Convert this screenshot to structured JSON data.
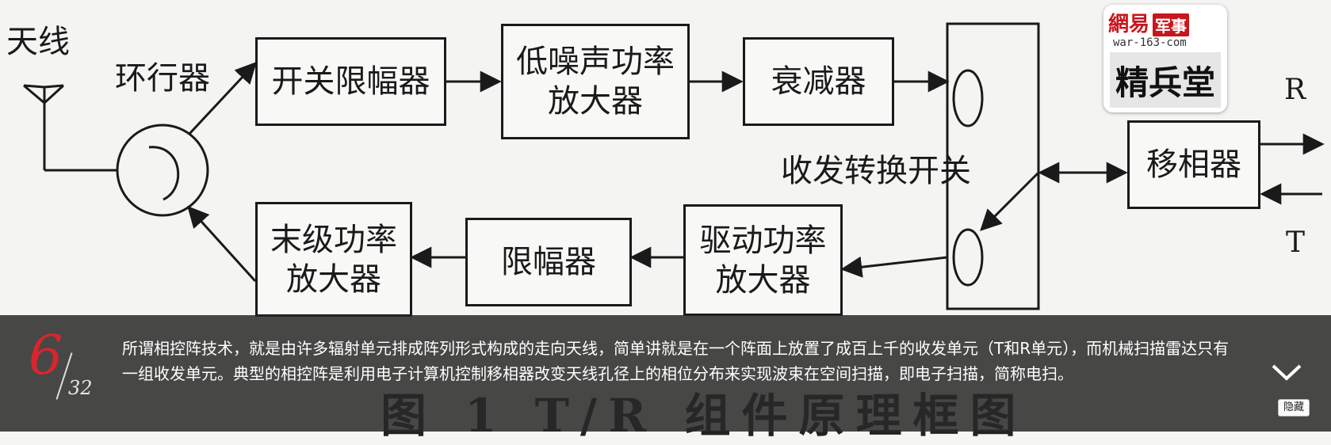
{
  "diagram": {
    "antenna_label": "天线",
    "circulator_label": "环行器",
    "tr_switch_label": "收发转换开关",
    "r_label": "R",
    "t_label": "T",
    "blocks": {
      "switch_limiter": "开关限幅器",
      "lna": "低噪声功率\n放大器",
      "attenuator": "衰减器",
      "phase_shifter": "移相器",
      "final_pa": "末级功率\n放大器",
      "limiter": "限幅器",
      "driver_pa": "驱动功率\n放大器"
    },
    "caption": "图 1  T/R 组件原理框图"
  },
  "watermark": {
    "site": "網易",
    "tag": "军事",
    "url": "war-163-com",
    "brand": "精兵堂"
  },
  "gallery": {
    "current": "6",
    "total": "32",
    "description": "所谓相控阵技术，就是由许多辐射单元排成阵列形式构成的走向天线，简单讲就是在一个阵面上放置了成百上千的收发单元（T和R单元），而机械扫描雷达只有一组收发单元。典型的相控阵是利用电子计算机控制移相器改变天线孔径上的相位分布来实现波束在空间扫描，即电子扫描，简称电扫。",
    "hide_label": "隐藏",
    "collapse_icon": "chevron-down-icon"
  }
}
